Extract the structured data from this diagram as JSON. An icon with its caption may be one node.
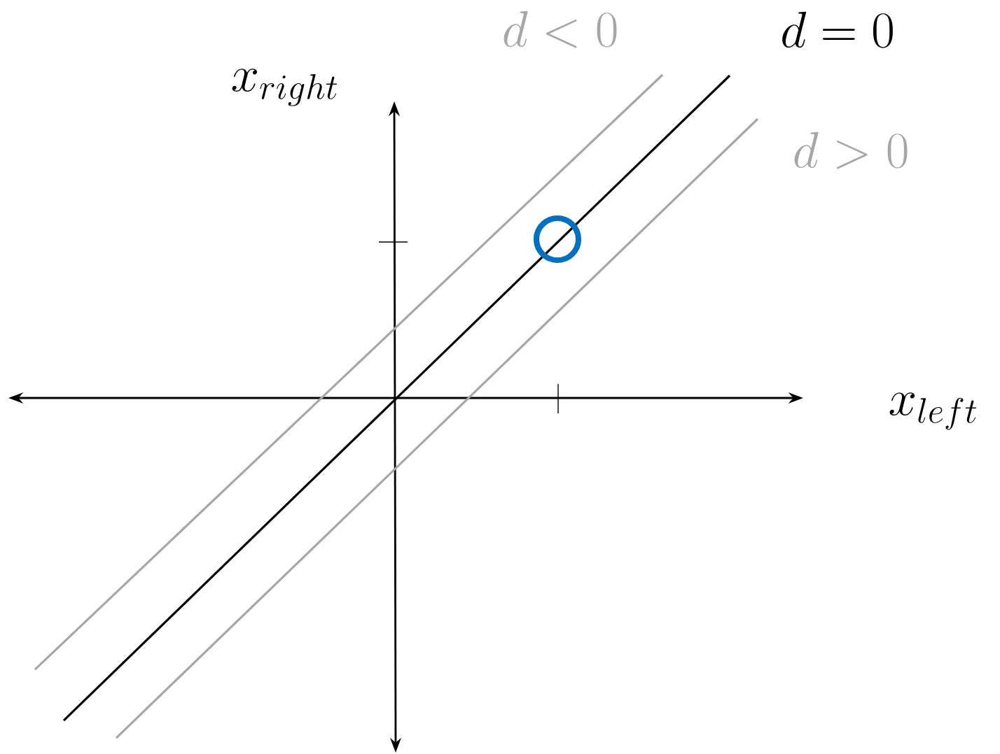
{
  "diagram": {
    "nodes": [
      {
        "text": [],
        "shape": "circle"
      }
    ],
    "labels": [
      "d < 0",
      "d = 0",
      "d > 0",
      "x_{right}",
      "x_{left}"
    ]
  }
}
